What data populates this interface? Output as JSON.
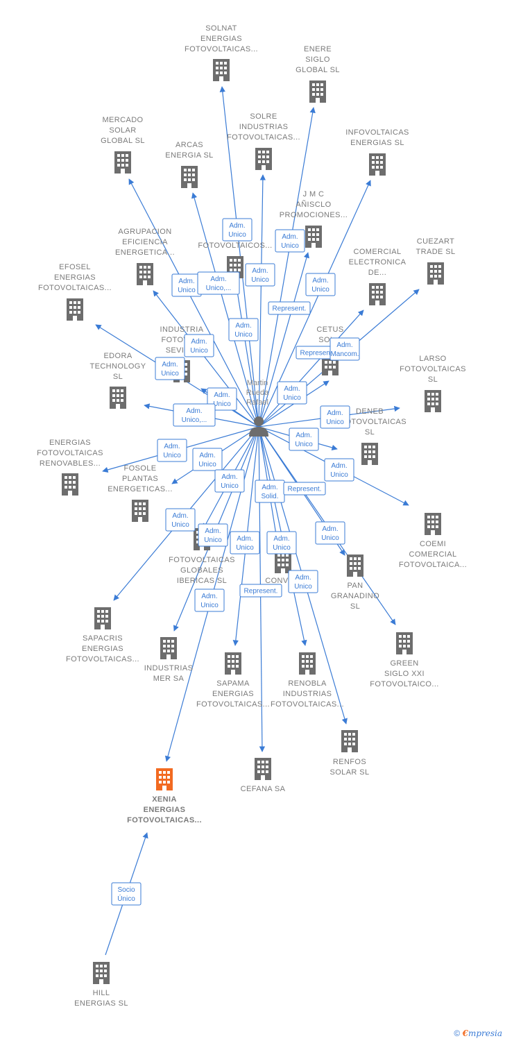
{
  "person": {
    "lines": [
      "Martin",
      "Rueda",
      "Rafael"
    ]
  },
  "companies": [
    {
      "id": "solnat",
      "lines": [
        "SOLNAT",
        "ENERGIAS",
        "FOTOVOLTAICAS..."
      ]
    },
    {
      "id": "enere",
      "lines": [
        "ENERE",
        "SIGLO",
        "GLOBAL  SL"
      ]
    },
    {
      "id": "mercado",
      "lines": [
        "MERCADO",
        "SOLAR",
        "GLOBAL  SL"
      ]
    },
    {
      "id": "solre",
      "lines": [
        "SOLRE",
        "INDUSTRIAS",
        "FOTOVOLTAICAS..."
      ]
    },
    {
      "id": "infovoltaicas",
      "lines": [
        "INFOVOLTAICAS",
        "ENERGIAS  SL"
      ]
    },
    {
      "id": "arcas",
      "lines": [
        "ARCAS",
        "ENERGIA  SL"
      ]
    },
    {
      "id": "jmc",
      "lines": [
        "J M C",
        "AÑISCLO",
        "PROMOCIONES..."
      ]
    },
    {
      "id": "agrupacion",
      "lines": [
        "AGRUPACION",
        "EFICIENCIA",
        "ENERGETICA..."
      ]
    },
    {
      "id": "esfera",
      "lines": [
        "E...",
        "S...",
        "FOTOVOLTAICOS..."
      ]
    },
    {
      "id": "comercial",
      "lines": [
        "COMERCIAL",
        "ELECTRONICA",
        "DE..."
      ]
    },
    {
      "id": "cuezart",
      "lines": [
        "CUEZART",
        "TRADE SL"
      ]
    },
    {
      "id": "efosel",
      "lines": [
        "EFOSEL",
        "ENERGIAS",
        "FOTOVOLTAICAS..."
      ]
    },
    {
      "id": "industria",
      "lines": [
        "INDUSTRIA",
        "FOTOVO...",
        "SEVIM..."
      ]
    },
    {
      "id": "cetus",
      "lines": [
        "CETUS",
        "SOL..."
      ]
    },
    {
      "id": "edora",
      "lines": [
        "EDORA",
        "TECHNOLOGY",
        "SL"
      ]
    },
    {
      "id": "larso",
      "lines": [
        "LARSO",
        "FOTOVOLTAICAS",
        "SL"
      ]
    },
    {
      "id": "deneb",
      "lines": [
        "DENEB",
        "...FOTOVOLTAICAS",
        "SL"
      ]
    },
    {
      "id": "energias_renov",
      "lines": [
        "ENERGIAS",
        "FOTOVOLTAICAS",
        "RENOVABLES..."
      ]
    },
    {
      "id": "fosole",
      "lines": [
        "FOSOLE",
        "PLANTAS",
        "ENERGETICAS..."
      ]
    },
    {
      "id": "coemi",
      "lines": [
        "COEMI",
        "COMERCIAL",
        "FOTOVOLTAICA..."
      ]
    },
    {
      "id": "fotoglobales",
      "lines": [
        "FOTOVOLTAICAS",
        "GLOBALES",
        "IBERICAS  SL"
      ]
    },
    {
      "id": "conve",
      "lines": [
        "CONVE..."
      ]
    },
    {
      "id": "pan",
      "lines": [
        "PAN",
        "GRANADINO",
        "SL"
      ]
    },
    {
      "id": "sapacris",
      "lines": [
        "SAPACRIS",
        "ENERGIAS",
        "FOTOVOLTAICAS..."
      ]
    },
    {
      "id": "mer",
      "lines": [
        "INDUSTRIAS",
        "MER SA"
      ]
    },
    {
      "id": "sapama",
      "lines": [
        "SAPAMA",
        "ENERGIAS",
        "FOTOVOLTAICAS..."
      ]
    },
    {
      "id": "renobla",
      "lines": [
        "RENOBLA",
        "INDUSTRIAS",
        "FOTOVOLTAICAS..."
      ]
    },
    {
      "id": "green",
      "lines": [
        "GREEN",
        "SIGLO XXI",
        "FOTOVOLTAICO..."
      ]
    },
    {
      "id": "renfos",
      "lines": [
        "RENFOS",
        "SOLAR  SL"
      ]
    },
    {
      "id": "cefana",
      "lines": [
        "CEFANA SA"
      ]
    },
    {
      "id": "xenia",
      "lines": [
        "XENIA",
        "ENERGIAS",
        "FOTOVOLTAICAS..."
      ],
      "highlight": true
    },
    {
      "id": "hill",
      "lines": [
        "HILL",
        "ENERGIAS  SL"
      ]
    }
  ],
  "relations": [
    {
      "to": "solnat",
      "lines": [
        "Adm.",
        "Unico"
      ]
    },
    {
      "to": "enere",
      "lines": [
        "Adm.",
        "Unico"
      ]
    },
    {
      "to": "mercado",
      "lines": [
        "Adm.",
        "Unico"
      ]
    },
    {
      "to": "solre",
      "lines": [
        "Adm.",
        "Unico"
      ]
    },
    {
      "to": "infovoltaicas",
      "lines": [
        "Adm.",
        "Unico"
      ]
    },
    {
      "to": "arcas",
      "lines": [
        "Adm.",
        "Unico,..."
      ]
    },
    {
      "to": "jmc",
      "lines": [
        "Represent."
      ]
    },
    {
      "to": "agrupacion",
      "lines": [
        "Adm.",
        "Unico"
      ]
    },
    {
      "to": "esfera",
      "lines": [
        "Adm.",
        "Unico"
      ]
    },
    {
      "to": "comercial",
      "lines": [
        "Represent."
      ]
    },
    {
      "to": "cuezart",
      "lines": [
        "Adm.",
        "Mancom."
      ]
    },
    {
      "to": "efosel",
      "lines": [
        "Adm.",
        "Unico"
      ]
    },
    {
      "to": "industria",
      "lines": [
        "Adm.",
        "Unico"
      ]
    },
    {
      "to": "cetus",
      "lines": [
        "Adm.",
        "Unico"
      ]
    },
    {
      "to": "edora",
      "lines": [
        "Adm.",
        "Unico,..."
      ]
    },
    {
      "to": "larso",
      "lines": [
        "Adm.",
        "Unico"
      ]
    },
    {
      "to": "deneb",
      "lines": [
        "Adm.",
        "Unico"
      ]
    },
    {
      "to": "energias_renov",
      "lines": [
        "Adm.",
        "Unico"
      ]
    },
    {
      "to": "fosole",
      "lines": [
        "Adm.",
        "Unico"
      ]
    },
    {
      "to": "coemi",
      "lines": [
        "Adm.",
        "Unico"
      ]
    },
    {
      "to": "fotoglobales",
      "lines": [
        "Adm.",
        "Unico"
      ]
    },
    {
      "to": "conve",
      "lines": [
        "Adm.",
        "Solid."
      ]
    },
    {
      "to": "pan",
      "lines": [
        "Represent."
      ]
    },
    {
      "to": "sapacris",
      "lines": [
        "Adm.",
        "Unico"
      ]
    },
    {
      "to": "mer",
      "lines": [
        "Adm.",
        "Unico"
      ]
    },
    {
      "to": "sapama",
      "lines": [
        "Adm.",
        "Unico"
      ]
    },
    {
      "to": "renobla",
      "lines": [
        "Adm.",
        "Unico"
      ]
    },
    {
      "to": "green",
      "lines": [
        "Adm.",
        "Unico"
      ]
    },
    {
      "to": "renfos",
      "lines": [
        "Adm.",
        "Unico"
      ]
    },
    {
      "to": "cefana",
      "lines": [
        "Represent."
      ]
    },
    {
      "to": "xenia",
      "lines": [
        "Adm.",
        "Unico"
      ]
    },
    {
      "from": "hill",
      "to": "xenia",
      "lines": [
        "Socio",
        "Único"
      ]
    }
  ],
  "colors": {
    "edge": "#3a7bd5",
    "building": "#6d6d6d",
    "highlight": "#f26a21"
  },
  "footer": {
    "copyright": "©",
    "brand_initial": "€",
    "brand_rest": "mpresia"
  }
}
